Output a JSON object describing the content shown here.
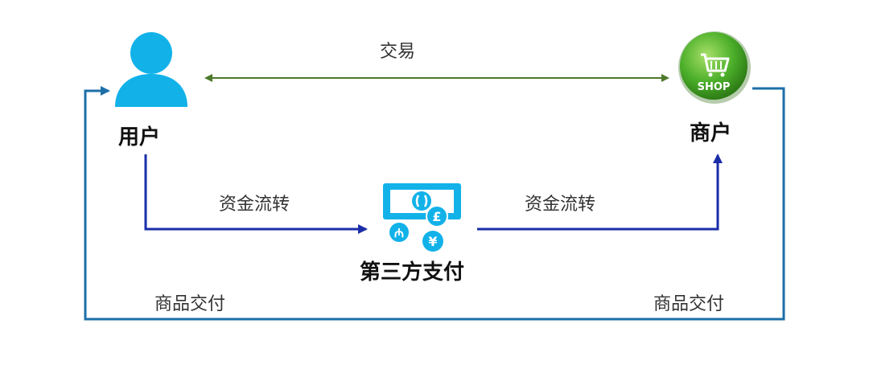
{
  "nodes": {
    "user": {
      "label": "用户"
    },
    "merchant": {
      "label": "商户",
      "badge_text": "SHOP"
    },
    "third_party": {
      "label": "第三方支付"
    }
  },
  "edges": {
    "trade": {
      "label": "交易"
    },
    "funds_user_to_third": {
      "label": "资金流转"
    },
    "funds_third_to_merchant": {
      "label": "资金流转"
    },
    "delivery_left": {
      "label": "商品交付"
    },
    "delivery_right": {
      "label": "商品交付"
    }
  },
  "colors": {
    "user_icon": "#12b2e9",
    "shop_icon_green": "#4caf2a",
    "payment_icon": "#12b2e9",
    "trade_arrow": "#4d7a2a",
    "funds_arrow": "#1a2ea8",
    "delivery_line": "#1d6fa8"
  },
  "icons": {
    "user": "user-silhouette-icon",
    "merchant": "shopping-cart-icon",
    "third_party": "currency-exchange-icon"
  }
}
